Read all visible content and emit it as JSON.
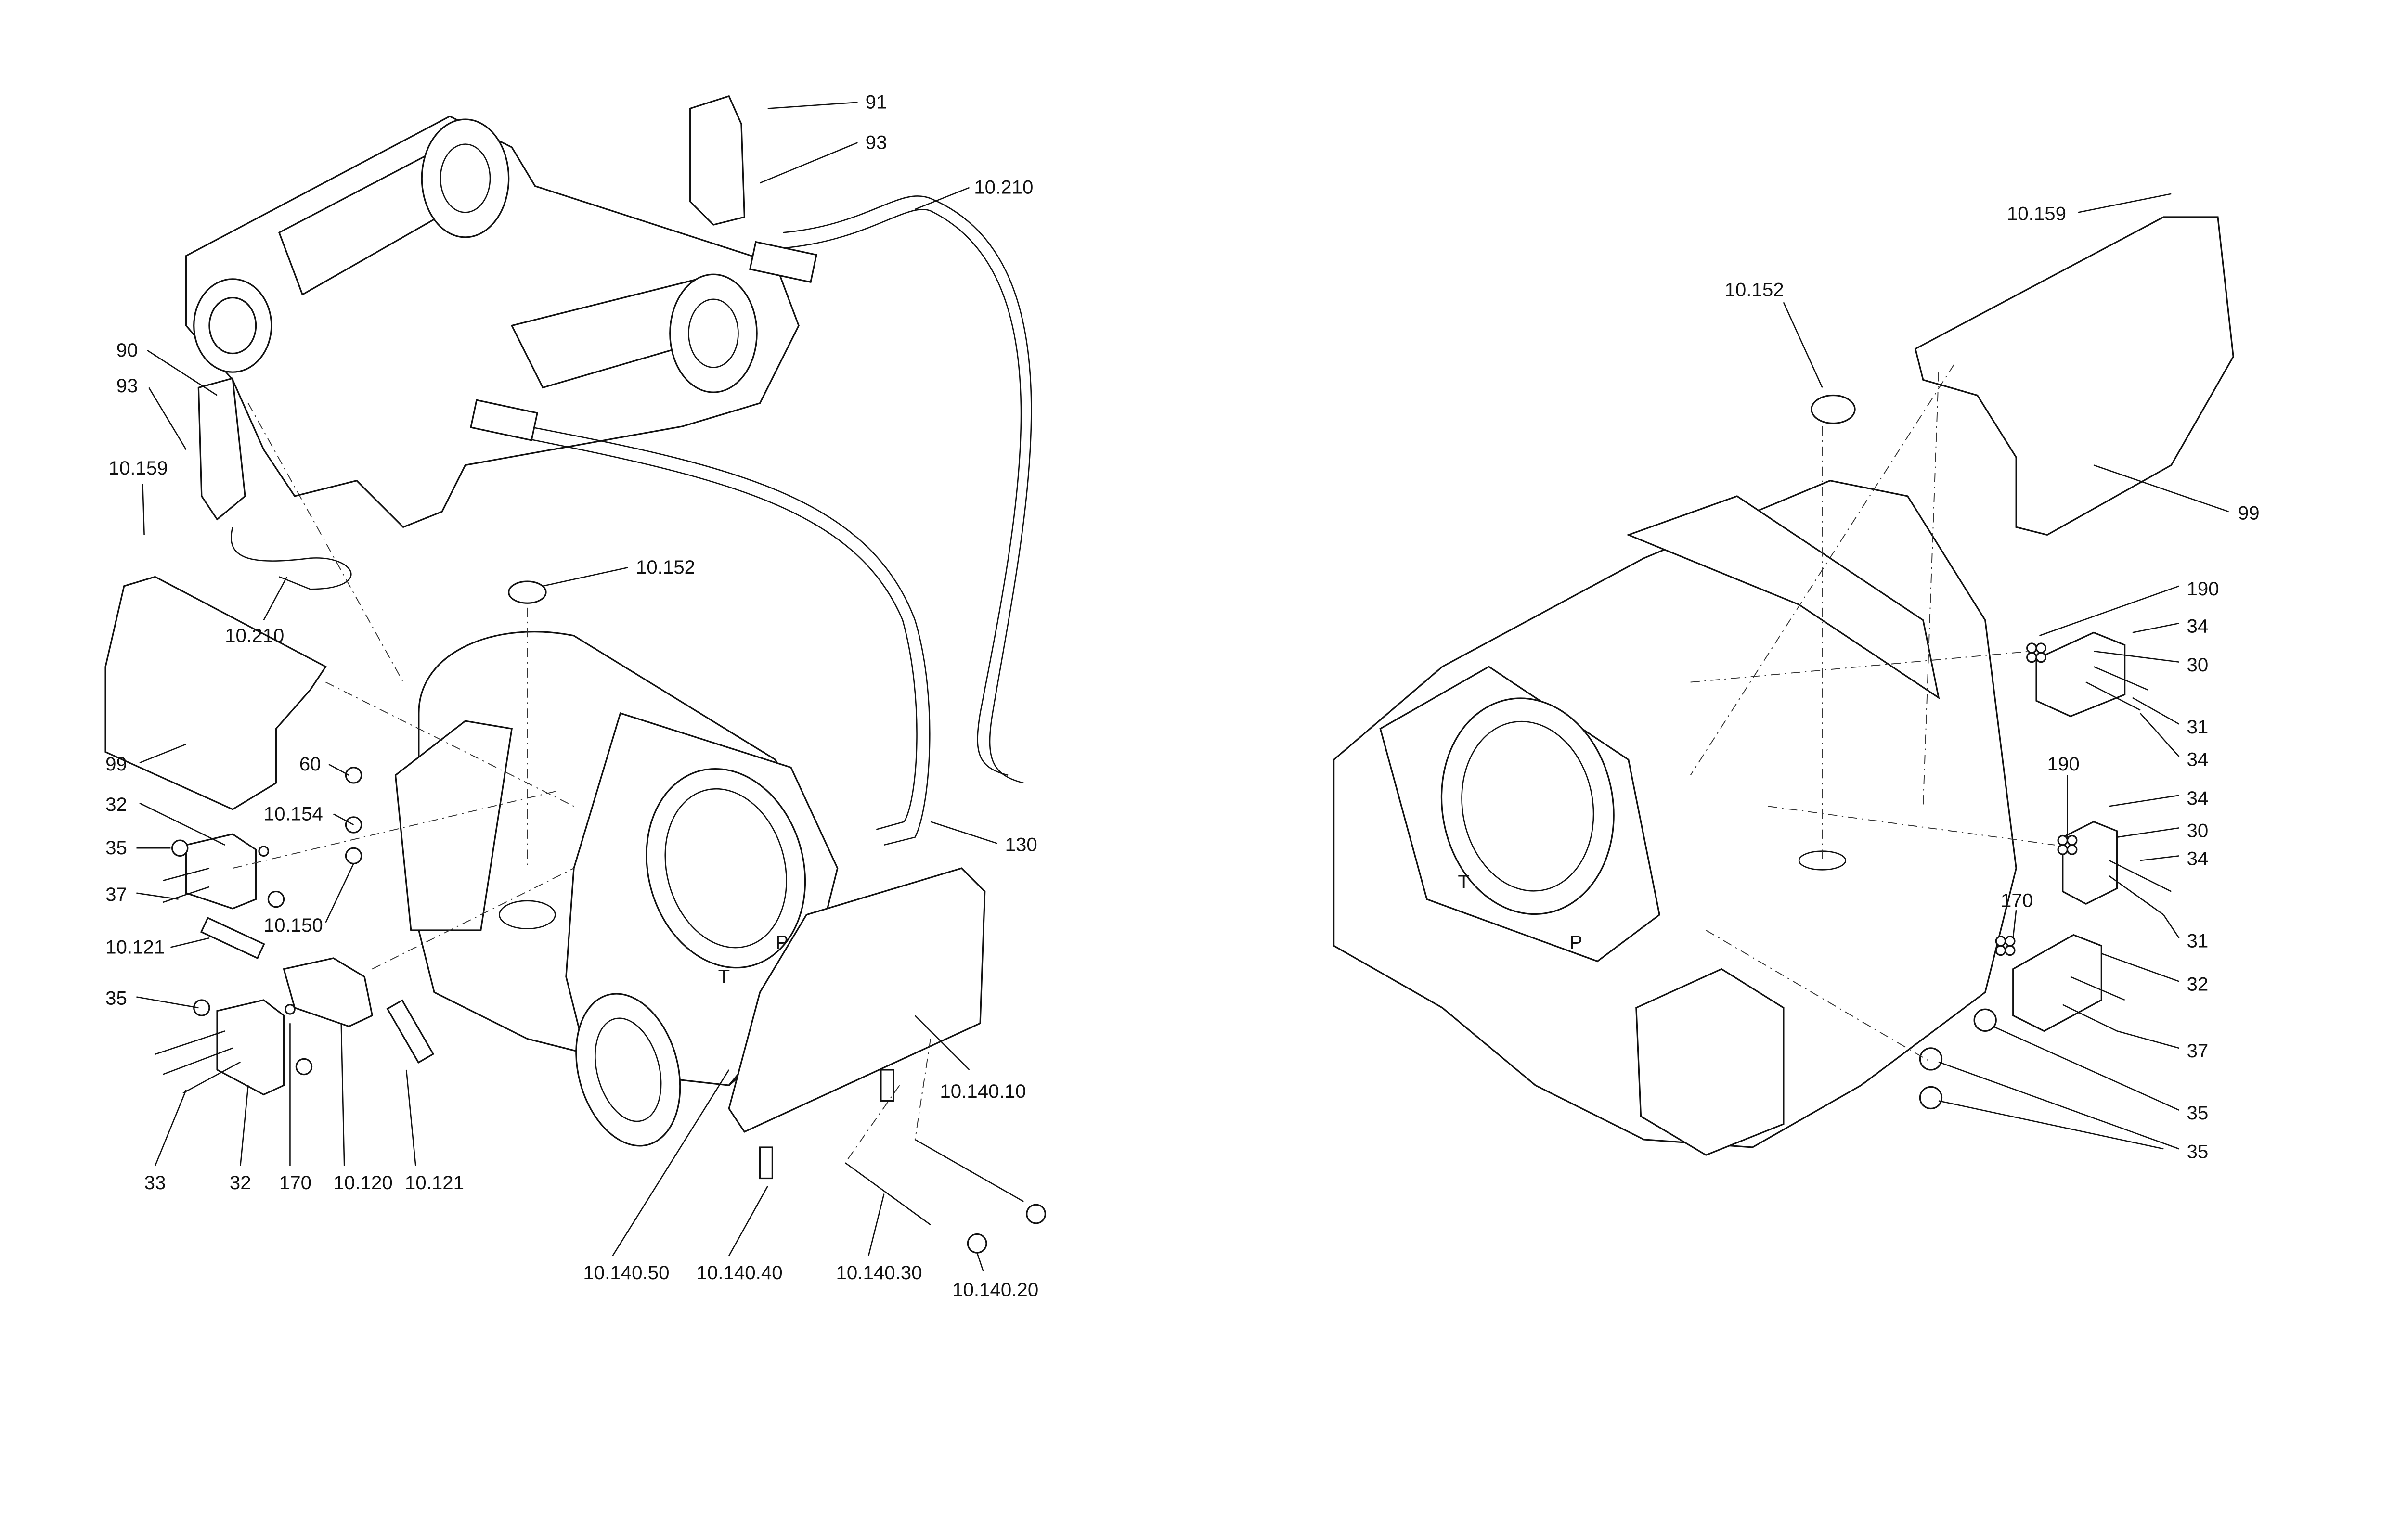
{
  "diagram": {
    "left_view": {
      "callouts": [
        "91",
        "93",
        "10.210",
        "90",
        "93",
        "10.159",
        "10.210",
        "10.152",
        "99",
        "60",
        "32",
        "10.154",
        "35",
        "130",
        "37",
        "10.150",
        "10.121",
        "35",
        "10.140.10",
        "33",
        "32",
        "170",
        "10.120",
        "10.121",
        "10.140.50",
        "10.140.40",
        "10.140.30",
        "10.140.20"
      ],
      "port_marks": [
        "T",
        "P"
      ]
    },
    "right_view": {
      "callouts": [
        "10.159",
        "10.152",
        "99",
        "190",
        "34",
        "30",
        "31",
        "34",
        "190",
        "34",
        "30",
        "34",
        "170",
        "31",
        "32",
        "37",
        "35",
        "35"
      ],
      "port_marks": [
        "T",
        "P"
      ]
    }
  }
}
